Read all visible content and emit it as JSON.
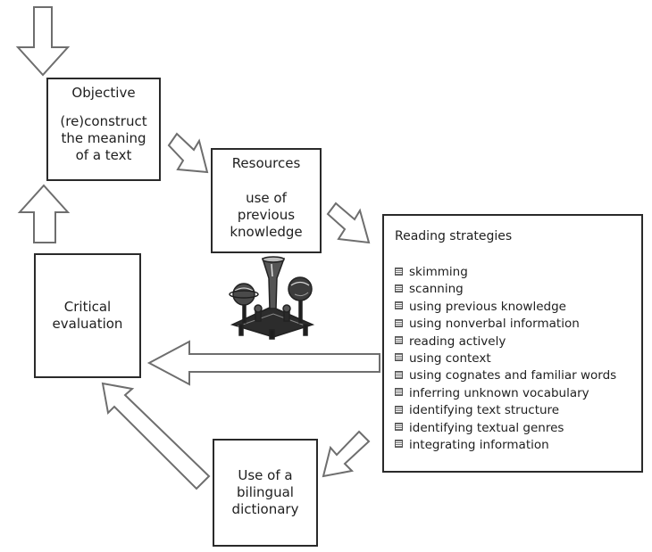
{
  "objective": {
    "title": "Objective",
    "description": "(re)construct\nthe meaning\nof a text"
  },
  "resources": {
    "title": "Resources",
    "description": "use of\nprevious\nknowledge"
  },
  "critical_evaluation": {
    "label": "Critical\nevaluation"
  },
  "bilingual_dictionary": {
    "label": "Use of a\nbilingual\ndictionary"
  },
  "reading_strategies": {
    "title": "Reading strategies",
    "items": [
      "skimming",
      "scanning",
      "using previous knowledge",
      "using nonverbal information",
      "reading actively",
      "using context",
      "using cognates and familiar words",
      "inferring unknown vocabulary",
      "identifying text structure",
      "identifying textual genres",
      "integrating information"
    ]
  },
  "colors": {
    "border": "#2a2a2a",
    "arrow_outline": "#6e6e6e",
    "background": "#ffffff"
  },
  "icons": [
    "hollow-arrow-icon",
    "globes-illustration-icon"
  ]
}
